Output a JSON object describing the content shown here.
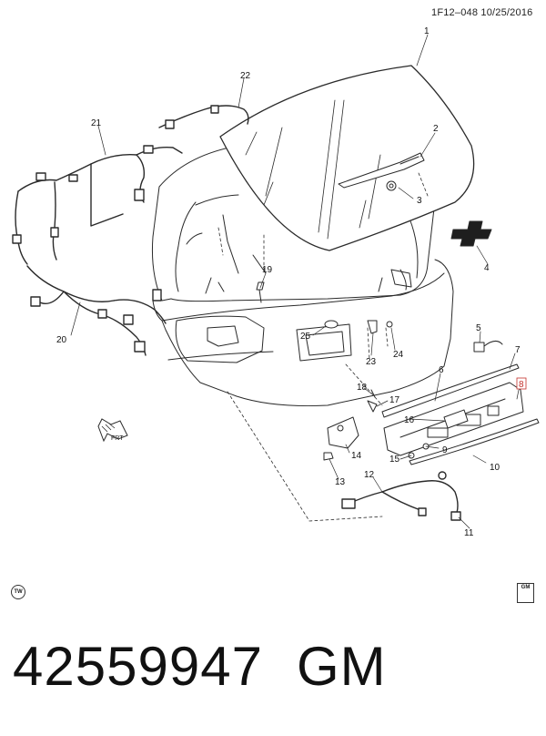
{
  "header": {
    "ref_code": "1F12–048  10/25/2016"
  },
  "callouts": {
    "c1": "1",
    "c2": "2",
    "c3": "3",
    "c4": "4",
    "c5": "5",
    "c6": "6",
    "c7": "7",
    "c8": "8",
    "c9": "9",
    "c10": "10",
    "c11": "11",
    "c12": "12",
    "c13": "13",
    "c14": "14",
    "c15": "15",
    "c16": "16",
    "c17": "17",
    "c18": "18",
    "c19": "19",
    "c20": "20",
    "c21": "21",
    "c22": "22",
    "c23": "23",
    "c24": "24",
    "c25": "25"
  },
  "frt_label": "FRT",
  "footer": {
    "part_number": "42559947",
    "brand": "GM"
  },
  "marks": {
    "tw": "TW",
    "gm_logo_text": "GM"
  },
  "colors": {
    "line": "#2a2a2a",
    "highlight": "#c4302b",
    "background": "#ffffff"
  }
}
